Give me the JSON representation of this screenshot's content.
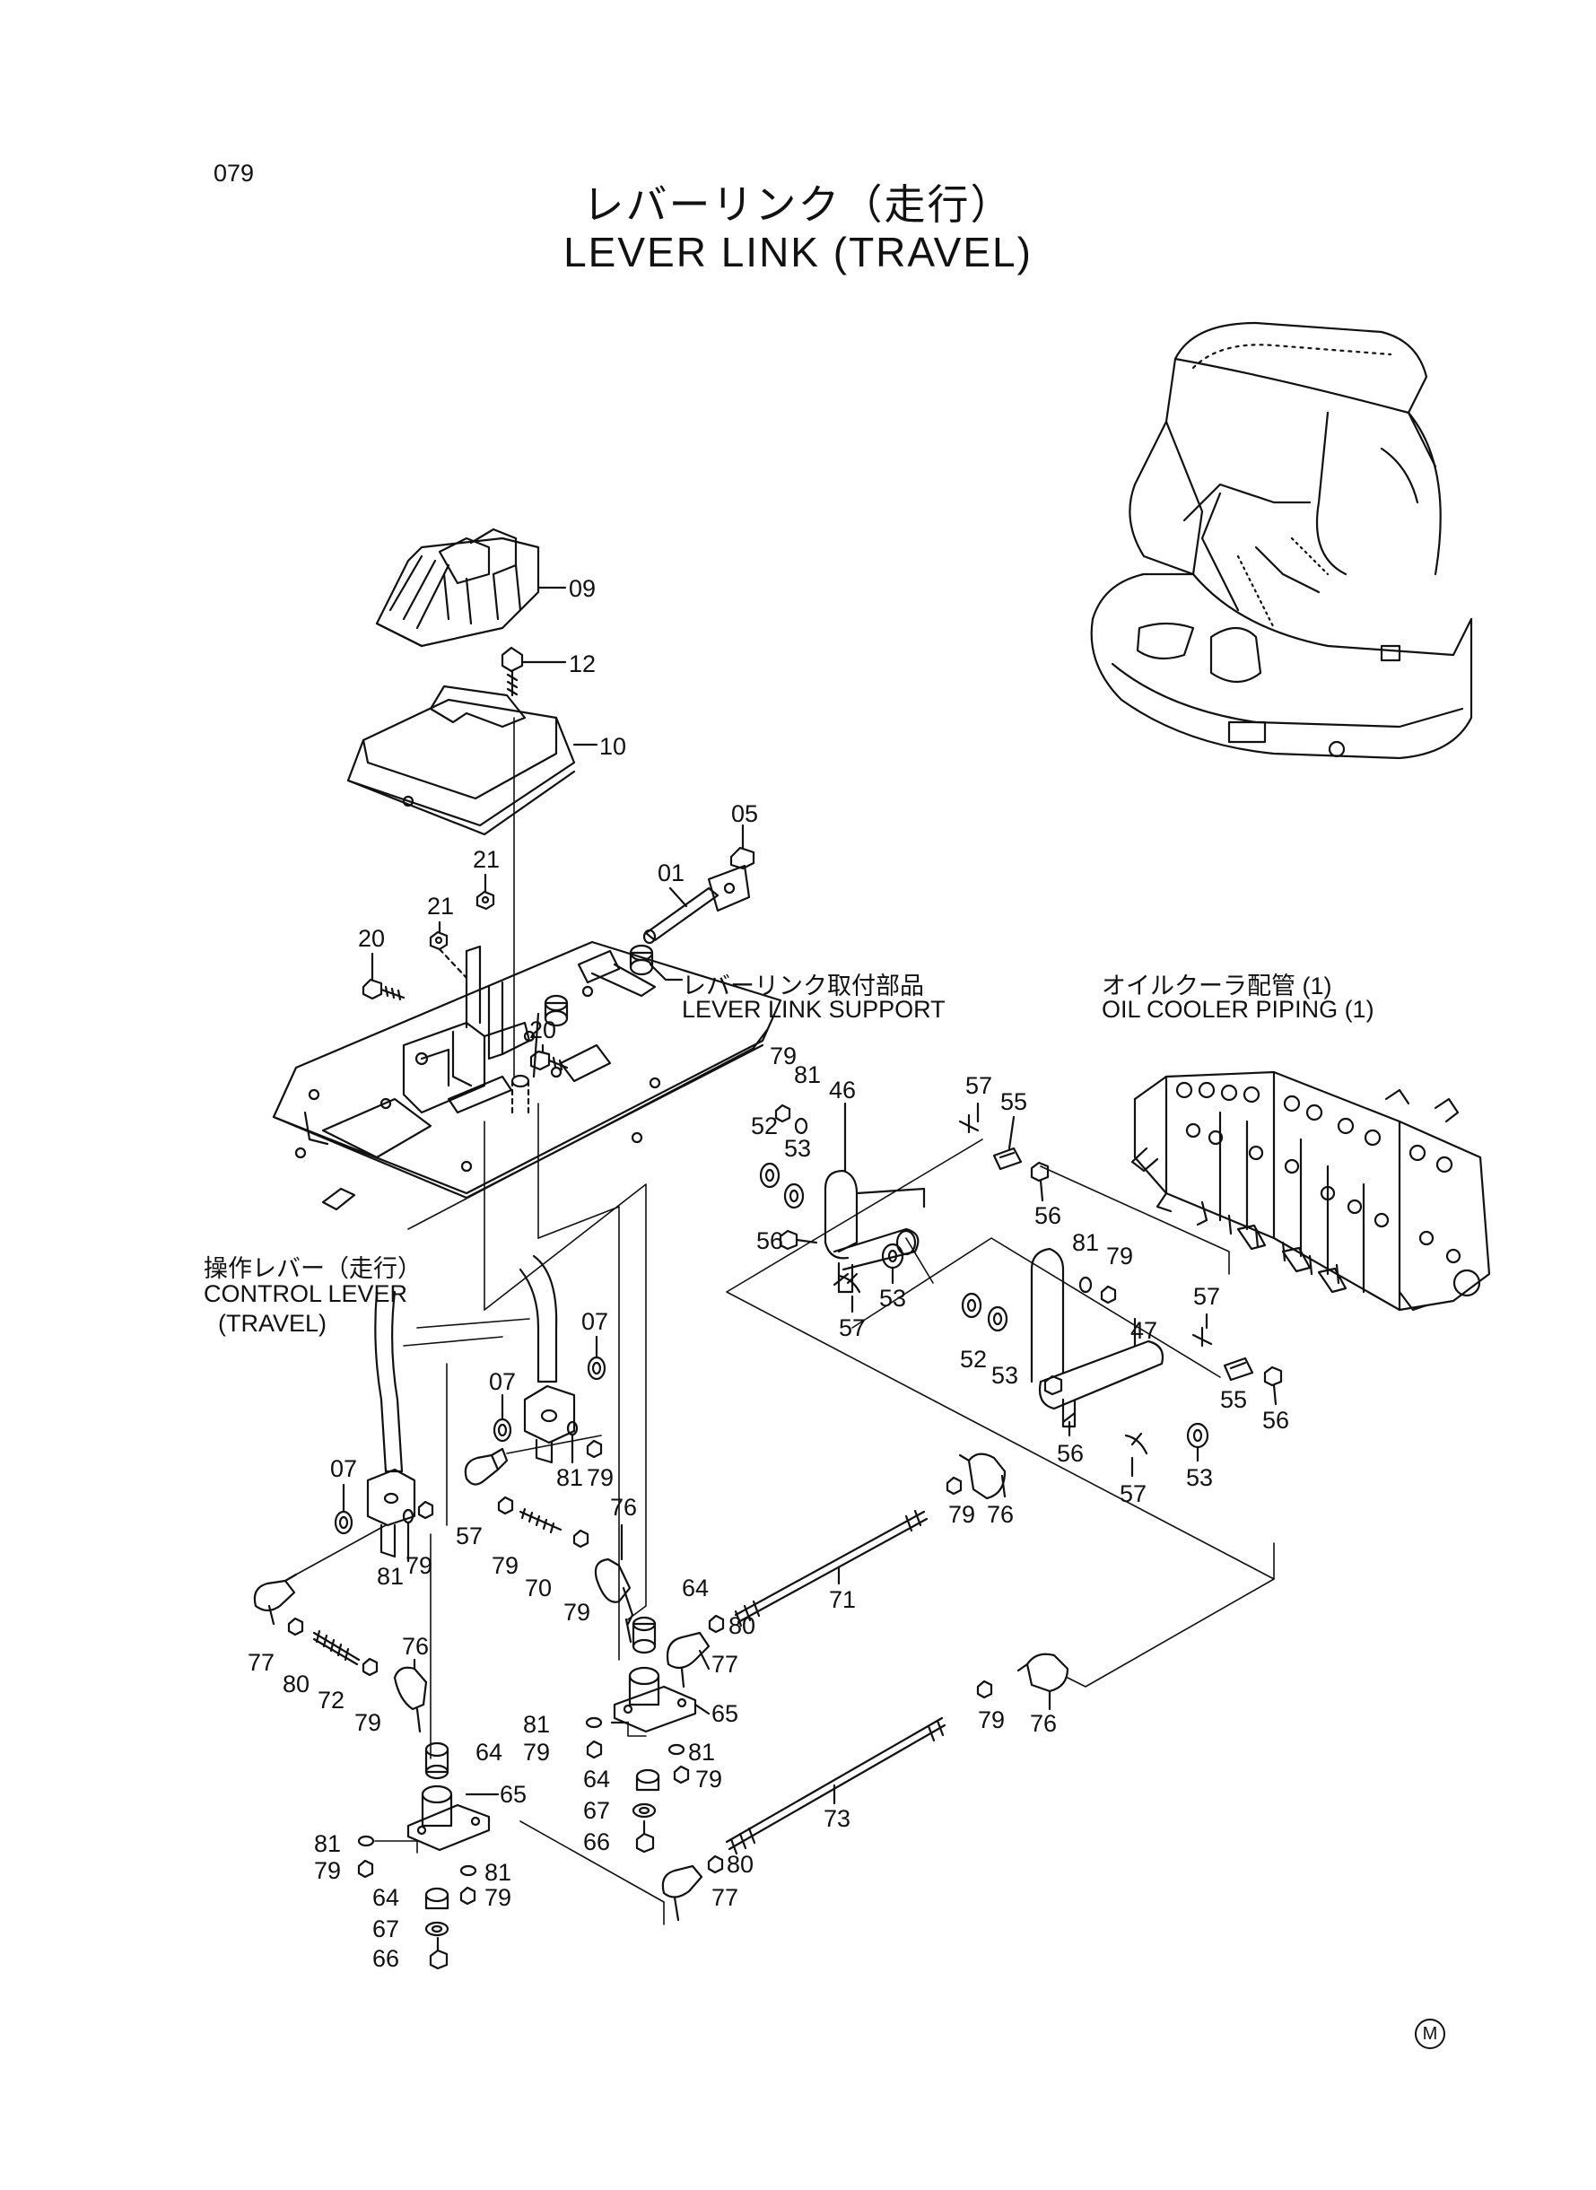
{
  "page_number": "079",
  "title_jp": "レバーリンク（走行）",
  "title_en": "LEVER LINK (TRAVEL)",
  "labels": {
    "lever_link_support_jp": "レバーリンク取付部品",
    "lever_link_support_en": "LEVER LINK SUPPORT",
    "oil_cooler_jp": "オイルクーラ配管 (1)",
    "oil_cooler_en": "OIL COOLER PIPING (1)",
    "control_lever_jp": "操作レバー（走行）",
    "control_lever_en1": "CONTROL LEVER",
    "control_lever_en2": "(TRAVEL)"
  },
  "parts": [
    "09",
    "12",
    "10",
    "05",
    "01",
    "21",
    "21",
    "20",
    "20",
    "79",
    "81",
    "46",
    "52",
    "53",
    "57",
    "55",
    "56",
    "56",
    "81",
    "79",
    "53",
    "57",
    "57",
    "07",
    "07",
    "07",
    "81",
    "79",
    "52",
    "53",
    "47",
    "57",
    "55",
    "56",
    "56",
    "53",
    "57",
    "76",
    "79",
    "76",
    "81",
    "79",
    "76",
    "79",
    "70",
    "79",
    "64",
    "71",
    "80",
    "77",
    "77",
    "80",
    "72",
    "79",
    "76",
    "64",
    "65",
    "81",
    "79",
    "81",
    "64",
    "79",
    "67",
    "66",
    "65",
    "81",
    "79",
    "64",
    "67",
    "66",
    "81",
    "79",
    "79",
    "76",
    "73",
    "80",
    "77"
  ],
  "copyright_mark": "M"
}
